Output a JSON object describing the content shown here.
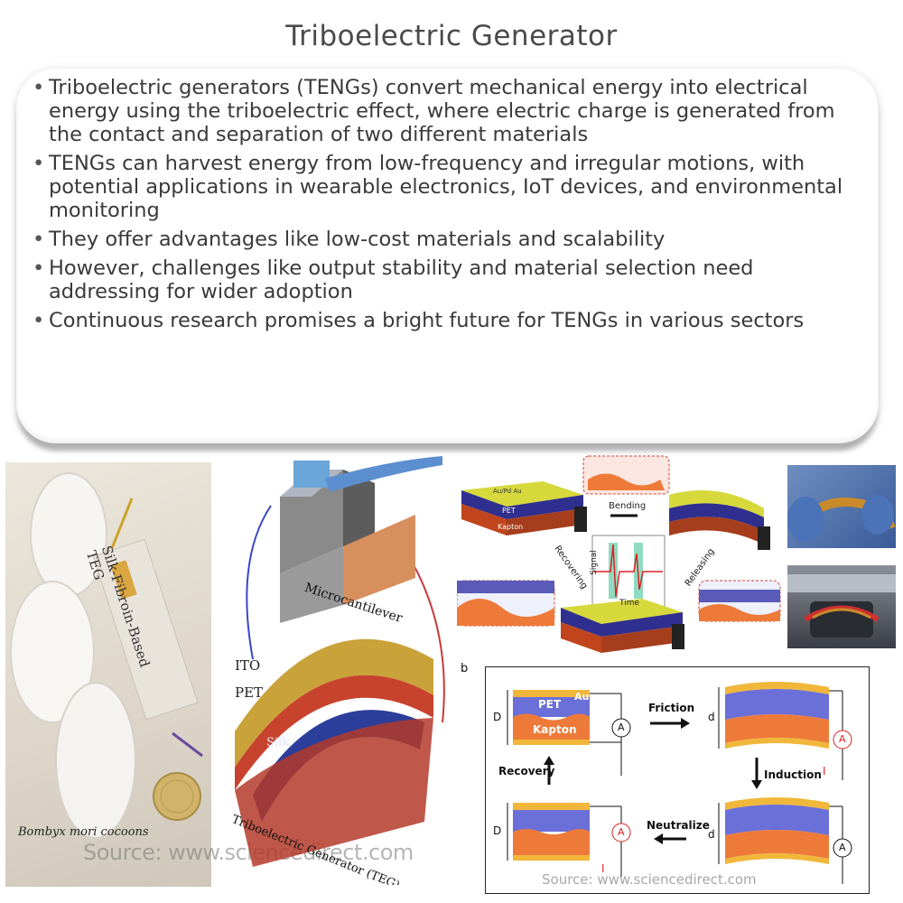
{
  "title": "Triboelectric Generator",
  "bullets": [
    "Triboelectric generators (TENGs) convert mechanical energy into electrical energy using the triboelectric effect, where electric charge is generated from the contact and separation of two different materials",
    "TENGs can harvest energy from low-frequency and irregular motions, with potential applications in wearable electronics, IoT devices, and environmental monitoring",
    "They offer advantages like low-cost materials and scalability",
    "However, challenges like output stability and material selection need addressing for wider adoption",
    "Continuous research promises a bright future for TENGs in various sectors"
  ],
  "figure_left": {
    "cocoon_label": "Bombyx mori cocoons",
    "device_label": "Silk-Fibroin-Based TEG",
    "watermark": "Source: www.sciencedirect.com"
  },
  "figure_middle": {
    "microcantilever": "Microcantilever",
    "ito": "ITO",
    "pet": "PET",
    "silk": "Silk",
    "teg": "Triboelectric Generator (TEG)"
  },
  "figure_top_right": {
    "layer_top": "Au/Pd Au",
    "layer_pet": "PET",
    "layer_kapton": "Kapton",
    "bending": "Bending",
    "releasing": "Releasing",
    "recovering": "Recovering",
    "signal": "Signal",
    "time": "Time"
  },
  "figure_b": {
    "panel_label": "b",
    "pet": "PET",
    "au": "Au",
    "kapton": "Kapton",
    "friction": "Friction",
    "induction": "Induction",
    "neutralize": "Neutralize",
    "recovery": "Recovery",
    "d_big": "D",
    "d_small": "d",
    "ammeter": "A",
    "current": "I",
    "source": "Source: www.sciencedirect.com"
  }
}
